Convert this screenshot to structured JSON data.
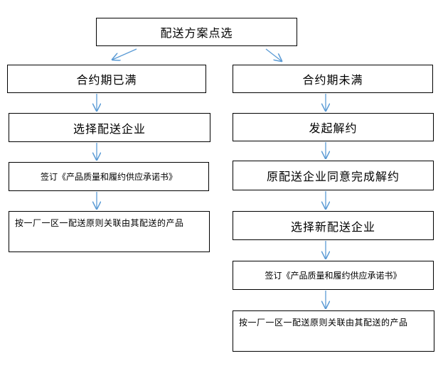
{
  "top": {
    "label": "配送方案点选"
  },
  "left": {
    "header": "合约期已满",
    "step1": "选择配送企业",
    "step2": "签订《产品质量和履约供应承诺书》",
    "step3": "按一厂一区一配送原则关联由其配送的产品"
  },
  "right": {
    "header": "合约期未满",
    "step1": "发起解约",
    "step2": "原配送企业同意完成解约",
    "step3": "选择新配送企业",
    "step4": "签订《产品质量和履约供应承诺书》",
    "step5": "按一厂一区一配送原则关联由其配送的产品"
  },
  "colors": {
    "arrow": "#5b9bd5",
    "border": "#000000"
  }
}
